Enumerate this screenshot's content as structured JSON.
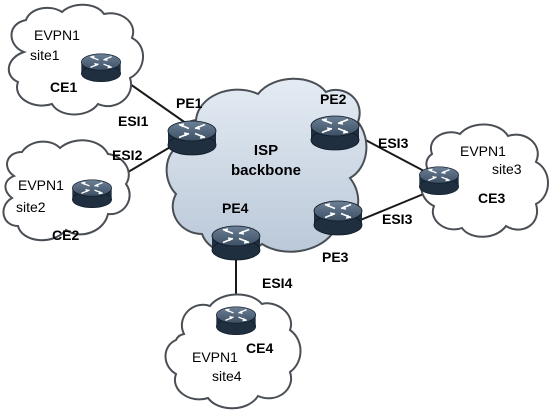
{
  "diagram": {
    "isp": {
      "line1": "ISP",
      "line2": "backbone"
    },
    "clouds": {
      "site1": {
        "evpn": "EVPN1",
        "site": "site1"
      },
      "site2": {
        "evpn": "EVPN1",
        "site": "site2"
      },
      "site3": {
        "evpn": "EVPN1",
        "site": "site3"
      },
      "site4": {
        "evpn": "EVPN1",
        "site": "site4"
      }
    },
    "devices": {
      "ce1": "CE1",
      "ce2": "CE2",
      "ce3": "CE3",
      "ce4": "CE4",
      "pe1": "PE1",
      "pe2": "PE2",
      "pe3": "PE3",
      "pe4": "PE4"
    },
    "links": {
      "esi1": "ESI1",
      "esi2": "ESI2",
      "esi3_top": "ESI3",
      "esi3_bottom": "ESI3",
      "esi4": "ESI4"
    },
    "colors": {
      "cloud_fill": "#d2dce8",
      "site_cloud_fill": "#ffffff",
      "cloud_stroke": "#4a4f55",
      "router_body": "#1f2f40",
      "router_top": "#516478",
      "link": "#1a1a1a"
    }
  }
}
